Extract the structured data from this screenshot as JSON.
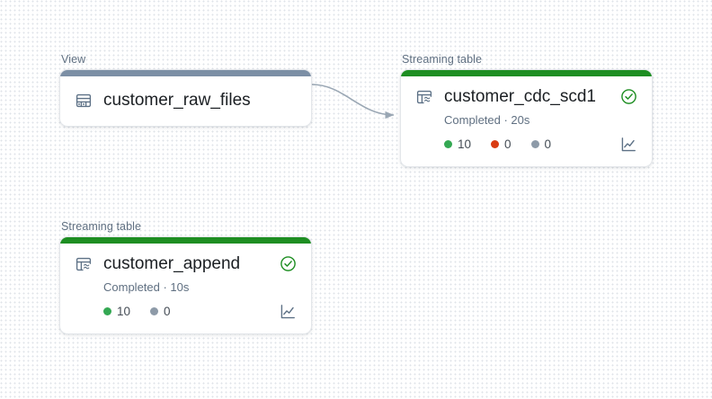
{
  "canvas": {
    "background_color": "#ffffff",
    "dot_color": "#dfe3e8",
    "edge_color": "#9aa7b4"
  },
  "palette": {
    "green": "#34a853",
    "green_bar": "#1e8e22",
    "red": "#d93b12",
    "gray": "#8d9aa8",
    "slate_bar": "#7c8fa5",
    "icon": "#5d7186",
    "caption_text": "#5f6f81",
    "title_text": "#1b1f23"
  },
  "nodes": [
    {
      "id": "customer_raw_files",
      "caption": "View",
      "title": "customer_raw_files",
      "bar_color": "#7c8fa5",
      "type_icon": "view-table-icon",
      "has_status": false,
      "has_details": false,
      "subtitle": "",
      "metrics": []
    },
    {
      "id": "customer_cdc_scd1",
      "caption": "Streaming table",
      "title": "customer_cdc_scd1",
      "bar_color": "#1e8e22",
      "type_icon": "streaming-table-icon",
      "has_status": true,
      "status_icon": "check-circle-icon",
      "has_details": true,
      "subtitle": "Completed · 20s",
      "metrics": [
        {
          "label": "10",
          "color": "#34a853",
          "name": "records-written"
        },
        {
          "label": "0",
          "color": "#d93b12",
          "name": "records-failed"
        },
        {
          "label": "0",
          "color": "#8d9aa8",
          "name": "records-skipped"
        }
      ],
      "chart_icon": "line-chart-icon"
    },
    {
      "id": "customer_append",
      "caption": "Streaming table",
      "title": "customer_append",
      "bar_color": "#1e8e22",
      "type_icon": "streaming-table-icon",
      "has_status": true,
      "status_icon": "check-circle-icon",
      "has_details": true,
      "subtitle": "Completed · 10s",
      "metrics": [
        {
          "label": "10",
          "color": "#34a853",
          "name": "records-written"
        },
        {
          "label": "0",
          "color": "#8d9aa8",
          "name": "records-skipped"
        }
      ],
      "chart_icon": "line-chart-icon"
    }
  ],
  "edges": [
    {
      "from": "customer_raw_files",
      "to": "customer_cdc_scd1",
      "name": "edge-raw-files-to-cdc-scd1"
    }
  ]
}
